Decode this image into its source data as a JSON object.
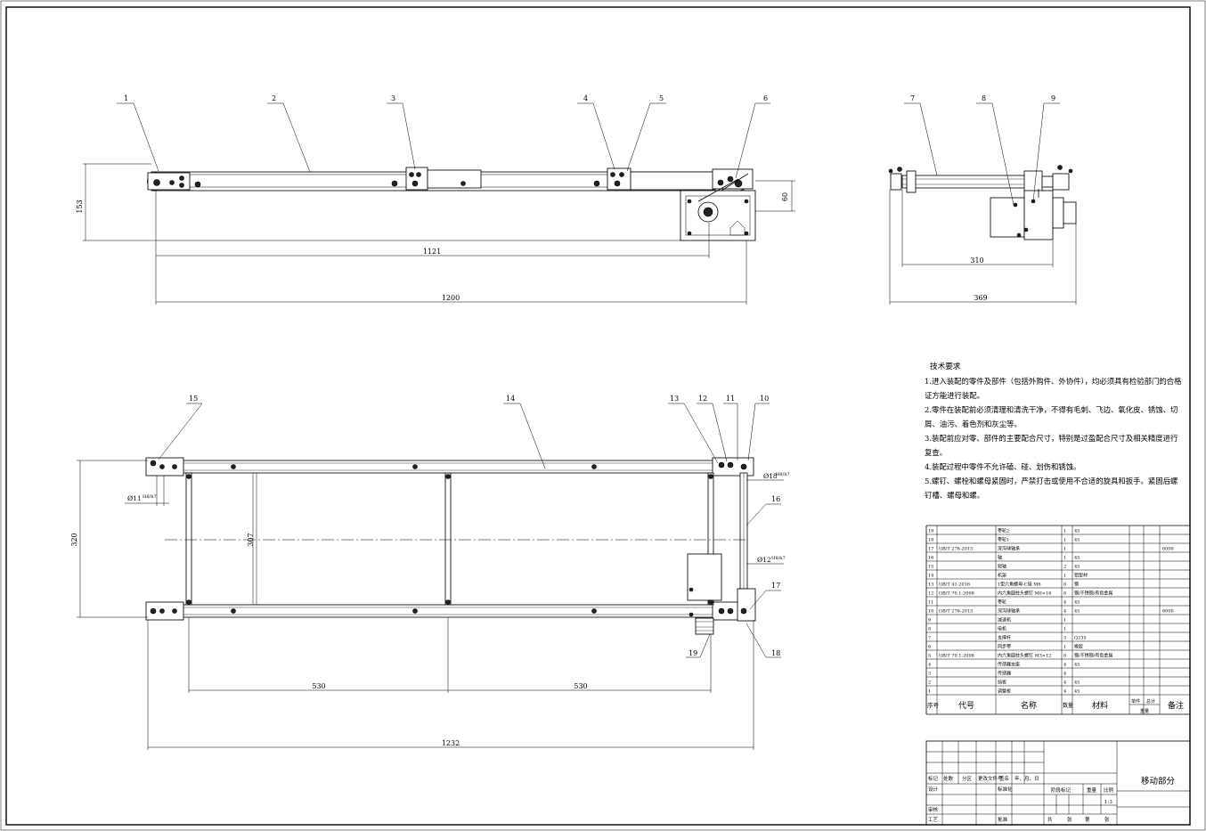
{
  "views": {
    "front": {
      "callouts": [
        "1",
        "2",
        "3",
        "4",
        "5",
        "6"
      ],
      "dims": {
        "height": "153",
        "small": "60",
        "length_inner": "1121",
        "length_total": "1200"
      }
    },
    "side": {
      "callouts": [
        "7",
        "8",
        "9"
      ],
      "dims": {
        "inner": "310",
        "total": "369"
      }
    },
    "top": {
      "callouts": [
        "15",
        "14",
        "13",
        "12",
        "11",
        "10",
        "16",
        "17",
        "19",
        "18"
      ],
      "dims": {
        "width": "320",
        "inner": "307",
        "span_left": "530",
        "span_right": "530",
        "total": "1232",
        "dia_left": "Ø11",
        "dia_left_tol": "H8/h7",
        "dia_right": "Ø18",
        "dia_right_tol": "H8/h7",
        "dia_mid": "Ø12",
        "dia_mid_tol": "H8/h7"
      }
    }
  },
  "tech": {
    "title": "技术要求",
    "items": [
      "1.进入装配的零件及部件（包括外购件、外协件），均必须具有检验部门的合格证方能进行装配。",
      "2.零件在装配前必须清理和清洗干净，不得有毛刺、飞边、氧化皮、锈蚀、切屑、油污、着色剂和灰尘等。",
      "3.装配前应对零、部件的主要配合尺寸，特别是过盈配合尺寸及相关精度进行复查。",
      "4.装配过程中零件不允许磕、碰、划伤和锈蚀。",
      "5.螺钉、螺栓和螺母紧固时，严禁打击或使用不合适的旋具和扳手。紧固后螺钉槽、螺母和螺。"
    ]
  },
  "bom": {
    "rows": [
      {
        "no": "19",
        "code": "",
        "name": "带轮2",
        "qty": "1",
        "mat": "45",
        "note": ""
      },
      {
        "no": "18",
        "code": "",
        "name": "带轮1",
        "qty": "1",
        "mat": "45",
        "note": ""
      },
      {
        "no": "17",
        "code": "GB/T 276-2013",
        "name": "深沟球轴承",
        "qty": "1",
        "mat": "",
        "note": "6000"
      },
      {
        "no": "16",
        "code": "",
        "name": "轴",
        "qty": "1",
        "mat": "45",
        "note": ""
      },
      {
        "no": "15",
        "code": "",
        "name": "短轴",
        "qty": "2",
        "mat": "45",
        "note": ""
      },
      {
        "no": "14",
        "code": "",
        "name": "机架",
        "qty": "1",
        "mat": "铝型材",
        "note": ""
      },
      {
        "no": "13",
        "code": "GB/T 41-2016",
        "name": "1型六角螺母-C级 M6",
        "qty": "8",
        "mat": "钢",
        "note": ""
      },
      {
        "no": "12",
        "code": "GB/T 70.1-2008",
        "name": "内六角圆柱头螺钉 M6×16",
        "qty": "8",
        "mat": "钢/不锈钢/有色金属",
        "note": ""
      },
      {
        "no": "11",
        "code": "",
        "name": "带轮",
        "qty": "4",
        "mat": "45",
        "note": ""
      },
      {
        "no": "10",
        "code": "GB/T 276-2013",
        "name": "深沟球轴承",
        "qty": "4",
        "mat": "45",
        "note": "6000"
      },
      {
        "no": "9",
        "code": "",
        "name": "减速机",
        "qty": "1",
        "mat": "",
        "note": ""
      },
      {
        "no": "8",
        "code": "",
        "name": "电机",
        "qty": "1",
        "mat": "",
        "note": ""
      },
      {
        "no": "7",
        "code": "",
        "name": "支撑杆",
        "qty": "3",
        "mat": "Q235",
        "note": ""
      },
      {
        "no": "6",
        "code": "",
        "name": "同步带",
        "qty": "1",
        "mat": "橡胶",
        "note": ""
      },
      {
        "no": "5",
        "code": "GB/T 70.1-2008",
        "name": "内六角圆柱头螺钉 M3×12",
        "qty": "8",
        "mat": "钢/不锈钢/有色金属",
        "note": ""
      },
      {
        "no": "4",
        "code": "",
        "name": "传感器支座",
        "qty": "4",
        "mat": "45",
        "note": ""
      },
      {
        "no": "3",
        "code": "",
        "name": "传感器",
        "qty": "4",
        "mat": "",
        "note": ""
      },
      {
        "no": "2",
        "code": "",
        "name": "挡板",
        "qty": "4",
        "mat": "45",
        "note": ""
      },
      {
        "no": "1",
        "code": "",
        "name": "调整板",
        "qty": "4",
        "mat": "45",
        "note": ""
      }
    ],
    "header": {
      "no": "序号",
      "code": "代号",
      "name": "名称",
      "qty": "数量",
      "mat": "材料",
      "single": "单件",
      "total": "总计",
      "weight": "重量",
      "note": "备注"
    }
  },
  "title_block": {
    "mark": "标记",
    "count": "处数",
    "zone": "分区",
    "change_doc": "更改文件号",
    "sign": "签名",
    "date": "年、月、日",
    "design": "设计",
    "std": "标准化",
    "stage": "阶段标记",
    "weight": "重量",
    "scale": "比例",
    "scale_val": "1:3",
    "check": "审核",
    "process": "工艺",
    "approve": "批准",
    "total": "共",
    "sheets": "张",
    "page": "第",
    "sheet": "张",
    "drawing_name": "移动部分"
  }
}
